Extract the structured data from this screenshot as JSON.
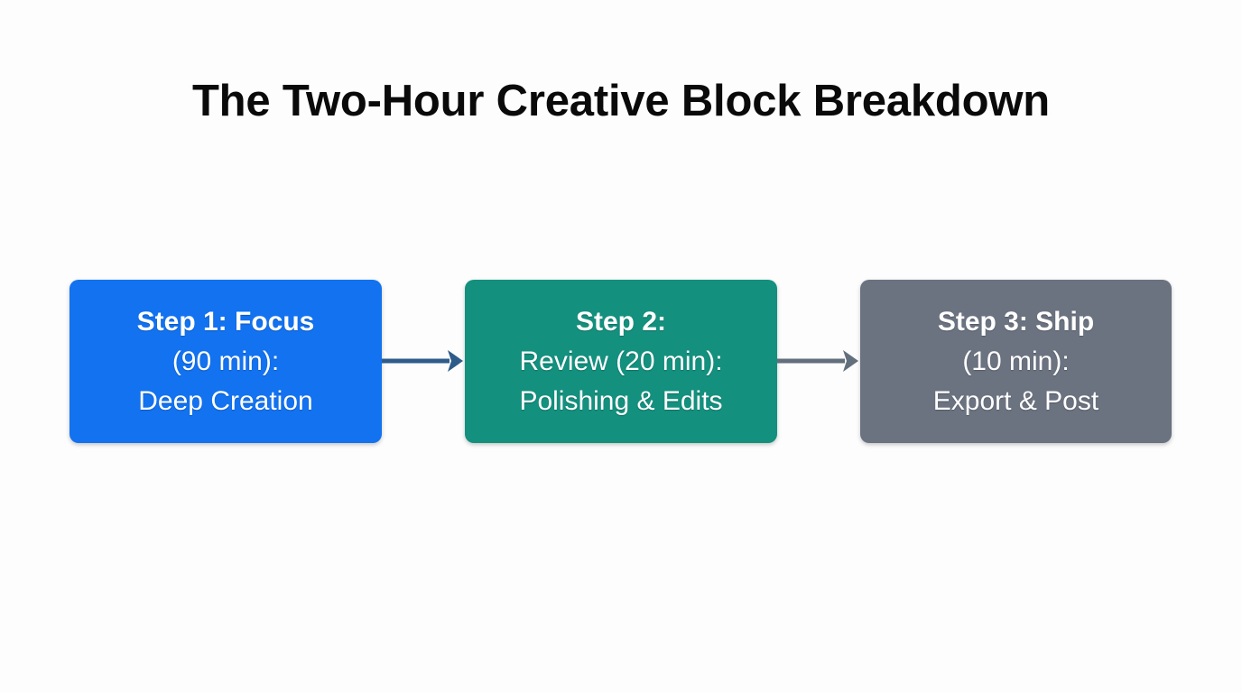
{
  "page": {
    "title": "The Two-Hour Creative Block Breakdown",
    "background_color": "#fdfdfd",
    "title_color": "#0a0a0a"
  },
  "diagram": {
    "type": "horizontal-flowchart",
    "orientation": "left-to-right",
    "steps": [
      {
        "id": "step-1",
        "heading": "Step 1: Focus",
        "line2": "(90 min):",
        "line3": "Deep Creation",
        "duration_minutes": 90,
        "color": "#1272f0",
        "text_color": "#ffffff"
      },
      {
        "id": "step-2",
        "heading": "Step 2:",
        "line2": "Review (20 min):",
        "line3": "Polishing & Edits",
        "duration_minutes": 20,
        "color": "#13907e",
        "text_color": "#ffffff"
      },
      {
        "id": "step-3",
        "heading": "Step 3: Ship",
        "line2": "(10 min):",
        "line3": "Export & Post",
        "duration_minutes": 10,
        "color": "#6b7280",
        "text_color": "#ffffff"
      }
    ],
    "connectors": [
      {
        "id": "connector-1",
        "from": "step-1",
        "to": "step-2",
        "color": "#2e5c8a",
        "style": "solid-arrow"
      },
      {
        "id": "connector-2",
        "from": "step-2",
        "to": "step-3",
        "color": "#626f7d",
        "style": "solid-arrow"
      }
    ],
    "total_minutes": 120
  }
}
